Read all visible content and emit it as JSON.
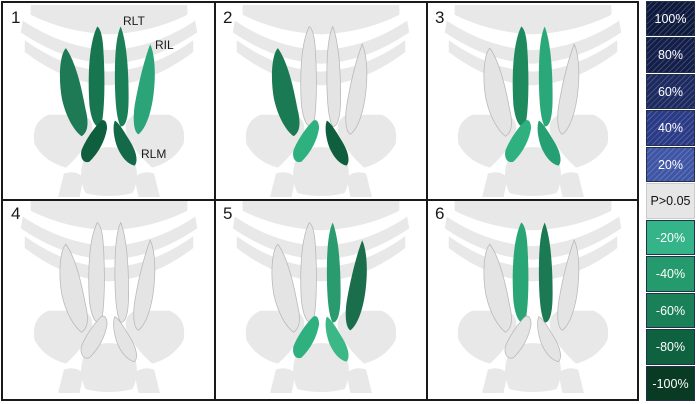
{
  "panels": [
    {
      "number": "1",
      "labels": {
        "rlt": "RLT",
        "ril": "RIL",
        "rlm": "RLM"
      },
      "muscles": {
        "lil": "#1d7a55",
        "llt": "#177550",
        "rlt": "#1b8057",
        "ril": "#2aa478",
        "llm": "#0f5e3e",
        "rlm": "#146a48"
      }
    },
    {
      "number": "2",
      "muscles": {
        "lil": "#1a7a53",
        "llt": "#e4e4e4",
        "rlt": "#e4e4e4",
        "ril": "#e4e4e4",
        "llm": "#2fb07f",
        "rlm": "#0f5e3e"
      }
    },
    {
      "number": "3",
      "muscles": {
        "lil": "#e4e4e4",
        "llt": "#1e8a5e",
        "rlt": "#2ba87a",
        "ril": "#e4e4e4",
        "llm": "#2fb07f",
        "rlm": "#26a072"
      }
    },
    {
      "number": "4",
      "muscles": {
        "lil": "#e4e4e4",
        "llt": "#e4e4e4",
        "rlt": "#e4e4e4",
        "ril": "#e4e4e4",
        "llm": "#e4e4e4",
        "rlm": "#e4e4e4"
      }
    },
    {
      "number": "5",
      "muscles": {
        "lil": "#e4e4e4",
        "llt": "#e4e4e4",
        "rlt": "#2a9b6e",
        "ril": "#1a6e4c",
        "llm": "#2fb07f",
        "rlm": "#3bb885"
      }
    },
    {
      "number": "6",
      "muscles": {
        "lil": "#e4e4e4",
        "llt": "#2aa576",
        "rlt": "#1b7a54",
        "ril": "#e4e4e4",
        "llm": "#e4e4e4",
        "rlm": "#e4e4e4"
      }
    }
  ],
  "legend": [
    {
      "label": "100%",
      "color": "#0d1a3e",
      "text_color": "#ffffff",
      "hatched": true
    },
    {
      "label": "80%",
      "color": "#131f4a",
      "text_color": "#ffffff",
      "hatched": true
    },
    {
      "label": "60%",
      "color": "#1c2a60",
      "text_color": "#ffffff",
      "hatched": true
    },
    {
      "label": "40%",
      "color": "#2a3a86",
      "text_color": "#ffffff",
      "hatched": true
    },
    {
      "label": "20%",
      "color": "#3f55a6",
      "text_color": "#ffffff",
      "hatched": true
    },
    {
      "label": "P>0.05",
      "color": "#e6e6e6",
      "text_color": "#111111",
      "hatched": false
    },
    {
      "label": "-20%",
      "color": "#34b488",
      "text_color": "#ffffff",
      "hatched": false
    },
    {
      "label": "-40%",
      "color": "#259a6c",
      "text_color": "#ffffff",
      "hatched": false
    },
    {
      "label": "-60%",
      "color": "#1a8057",
      "text_color": "#ffffff",
      "hatched": false
    },
    {
      "label": "-80%",
      "color": "#0f6240",
      "text_color": "#ffffff",
      "hatched": false
    },
    {
      "label": "-100%",
      "color": "#083a24",
      "text_color": "#ffffff",
      "hatched": false
    }
  ]
}
